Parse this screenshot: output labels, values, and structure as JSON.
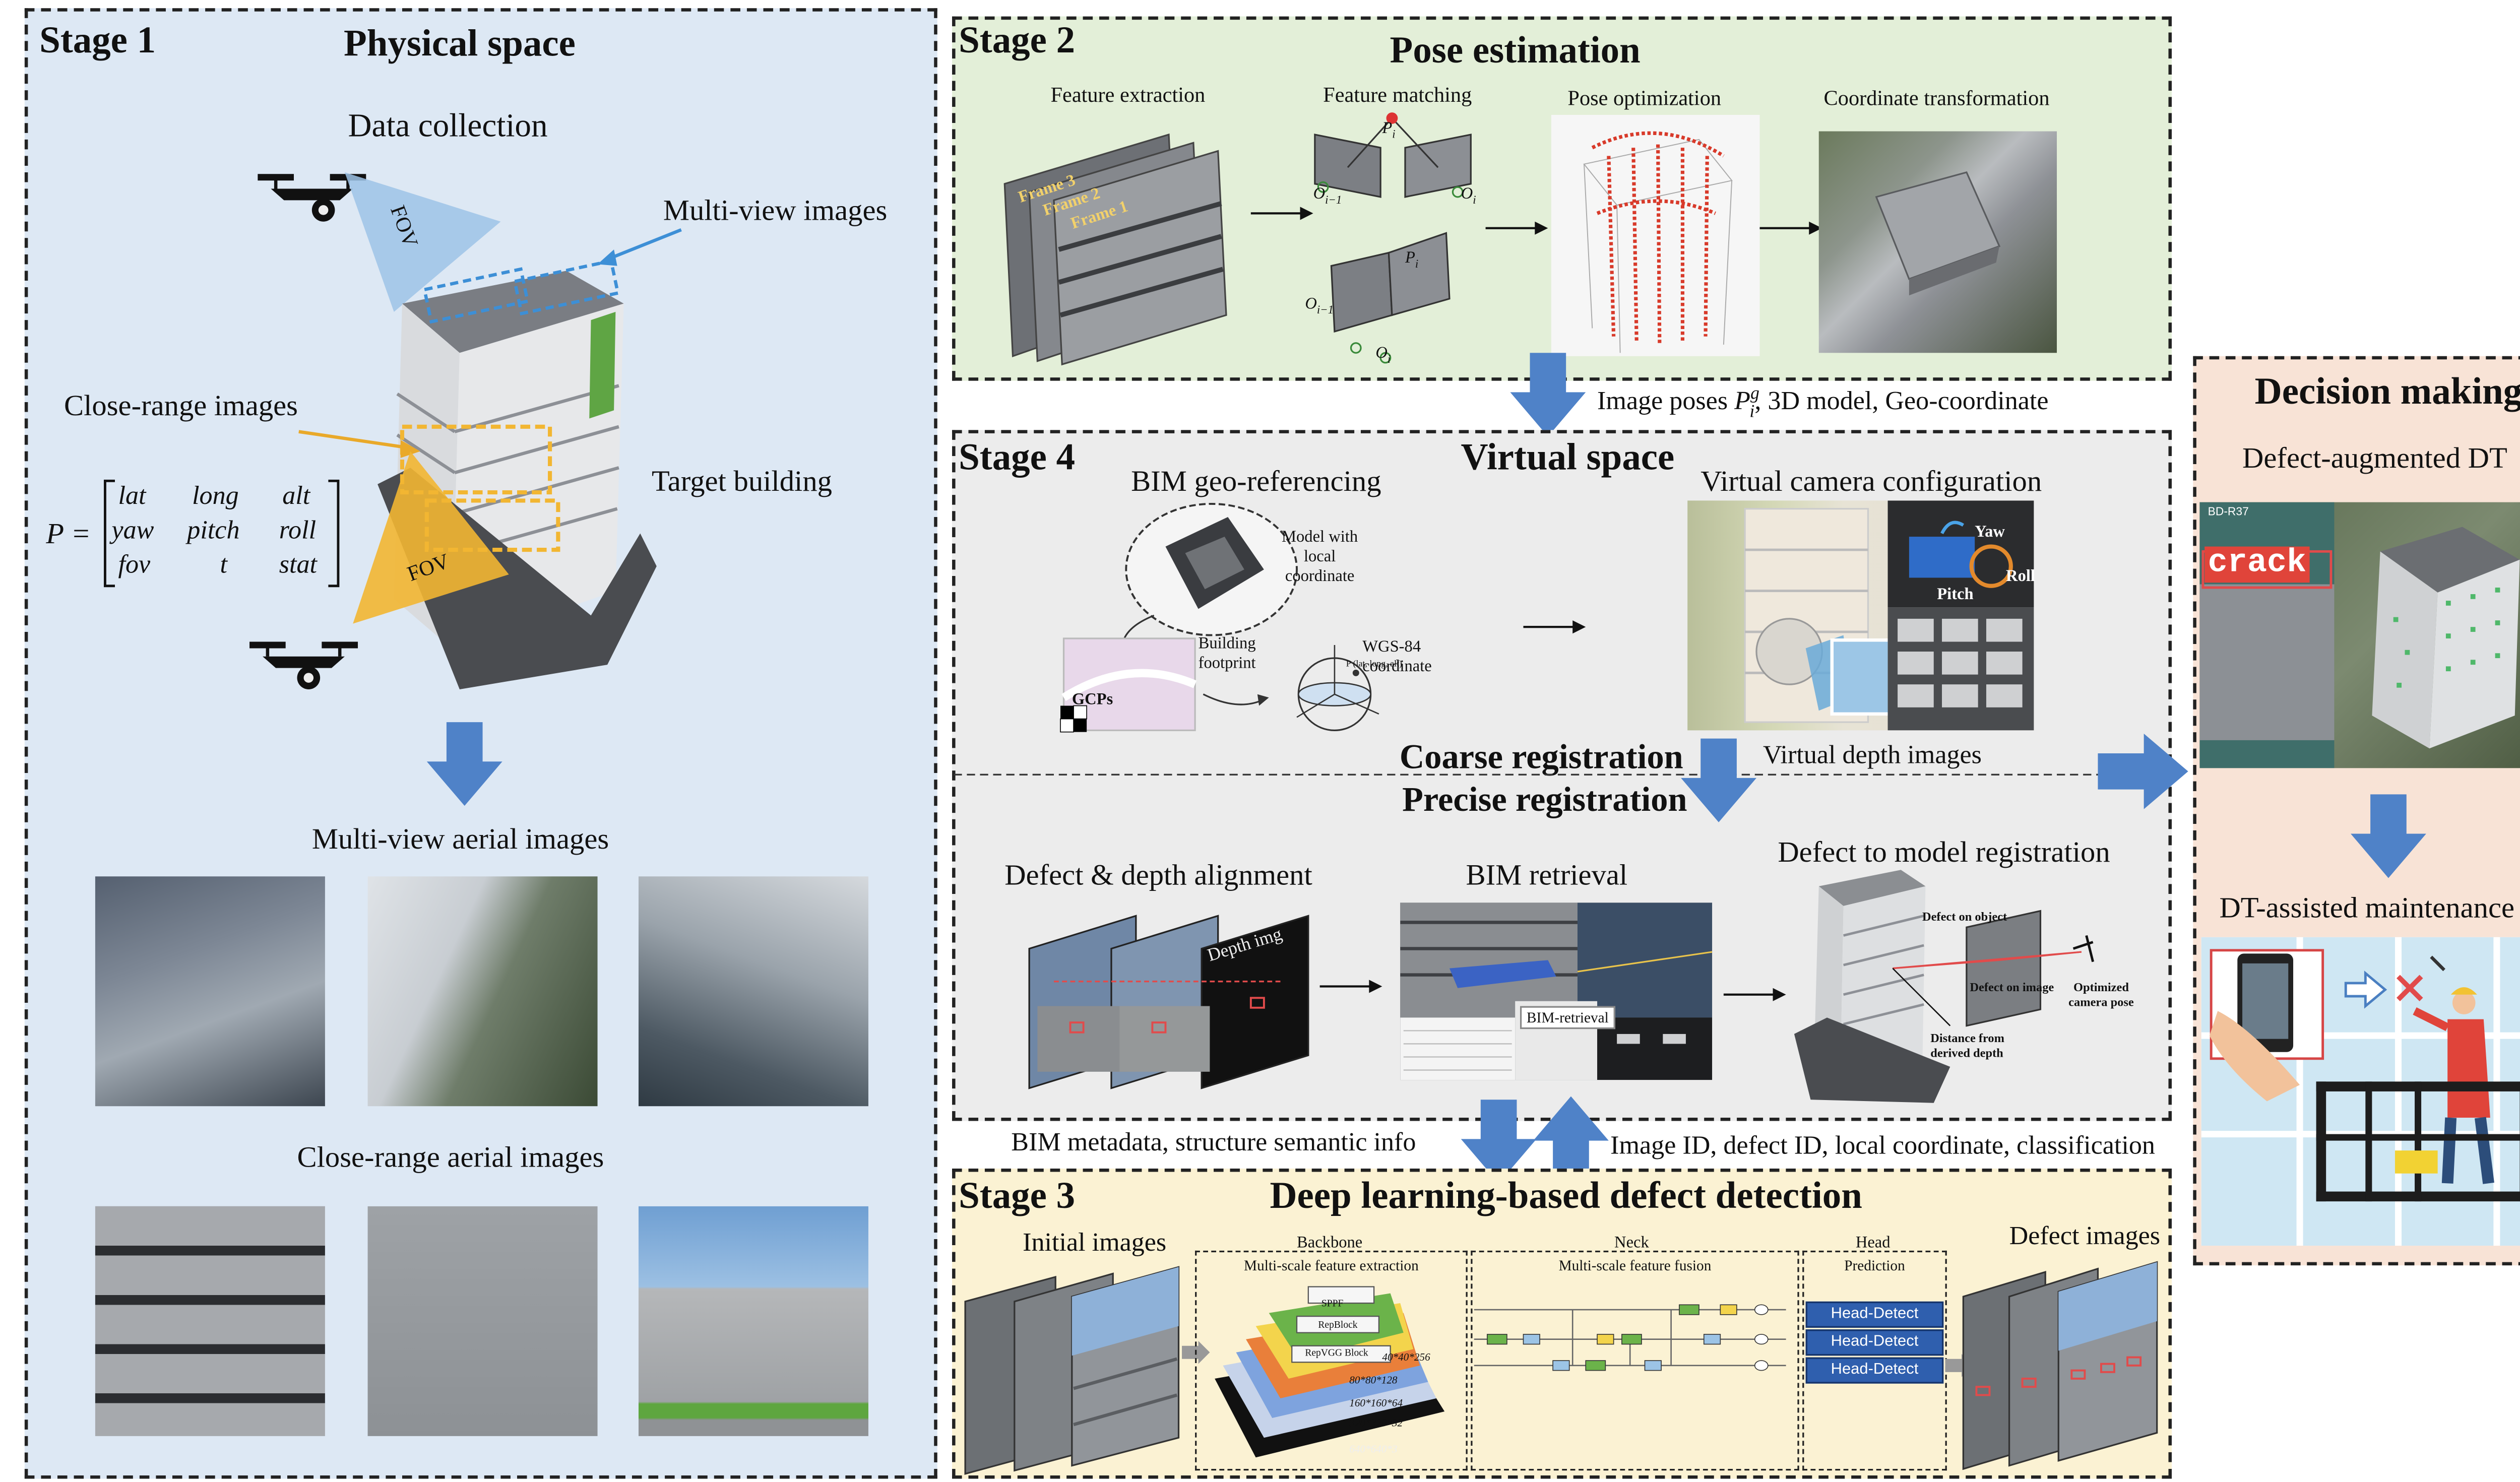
{
  "stage1": {
    "stage_label": "Stage 1",
    "title": "Physical space",
    "data_collection": "Data collection",
    "fov": "FOV",
    "multiview_images": "Multi-view images",
    "close_range_images": "Close-range images",
    "target_building": "Target building",
    "matrix_lhs": "P =",
    "matrix_rows": [
      [
        "lat",
        "long",
        "alt"
      ],
      [
        "yaw",
        "pitch",
        "roll"
      ],
      [
        "fov",
        "t",
        "stat"
      ]
    ],
    "multiview_aerial": "Multi-view aerial images",
    "closerange_aerial": "Close-range aerial images"
  },
  "stage2": {
    "stage_label": "Stage 2",
    "title": "Pose estimation",
    "steps": [
      "Feature extraction",
      "Feature matching",
      "Pose optimization",
      "Coordinate transformation"
    ],
    "frames": [
      "Frame 3",
      "Frame 2",
      "Frame 1"
    ],
    "pi_label": "P",
    "pi_sub": "i",
    "o_label": "O",
    "o_sub_i": "i",
    "o_sub_prev": "i−1"
  },
  "link_2_4": {
    "prefix": "Image poses ",
    "symbol": "P",
    "sup": "g",
    "sub": "i",
    "suffix": ", 3D model, Geo-coordinate"
  },
  "stage4": {
    "stage_label": "Stage 4",
    "title": "Virtual space",
    "bim_geo": "BIM geo-referencing",
    "model_local": "Model with local coordinate",
    "building_footprint": "Building footprint",
    "gcps": "GCPs",
    "wgs84": "WGS-84 coordinate",
    "geo_point": "P (lat, long, alt)",
    "vcam_title": "Virtual camera configuration",
    "yaw": "Yaw",
    "pitch": "Pitch",
    "roll": "Roll",
    "coarse": "Coarse registration",
    "virtual_depth": "Virtual depth images",
    "precise": "Precise registration",
    "defect_depth": "Defect & depth alignment",
    "bim_retrieval": "BIM retrieval",
    "bim_retrieval_tag": "BIM-retrieval",
    "defect_model": "Defect to model registration",
    "depth_img": "Depth img",
    "defect_on_object": "Defect on object",
    "defect_on_image": "Defect on image",
    "optimized_pose": "Optimized camera pose",
    "distance_depth": "Distance from derived depth"
  },
  "link_4_3": {
    "left": "BIM metadata, structure semantic info",
    "right": "Image ID, defect ID, local coordinate, classification"
  },
  "stage3": {
    "stage_label": "Stage 3",
    "title": "Deep learning-based defect detection",
    "initial_images": "Initial images",
    "backbone": "Backbone",
    "backbone_sub": "Multi-scale feature extraction",
    "neck": "Neck",
    "neck_sub": "Multi-scale feature fusion",
    "head": "Head",
    "head_sub": "Prediction",
    "defect_images": "Defect images",
    "head_detect": [
      "Head-Detect",
      "Head-Detect",
      "Head-Detect"
    ],
    "backbone_layers": [
      "SPPF",
      "RepBlock",
      "RepVGG Block",
      "40*40*256",
      "80*80*128",
      "160*160*64",
      "320*320*32",
      "640*640*3"
    ]
  },
  "decision": {
    "title": "Decision making",
    "dt_title": "Defect-augmented DT",
    "crack": "crack",
    "bd": "BD-R37",
    "maintenance": "DT-assisted maintenance"
  },
  "colors": {
    "stage1_bg": "#dde8f4",
    "stage2_bg": "#e3efd8",
    "stage4_bg": "#ececec",
    "stage3_bg": "#fbf2d3",
    "decision_bg": "#f8e3d6",
    "arrow_blue": "#4f82c8",
    "fov_blue": "#9ec3e6",
    "fov_yellow": "#f2b632",
    "head_detect": "#2f5fae"
  }
}
